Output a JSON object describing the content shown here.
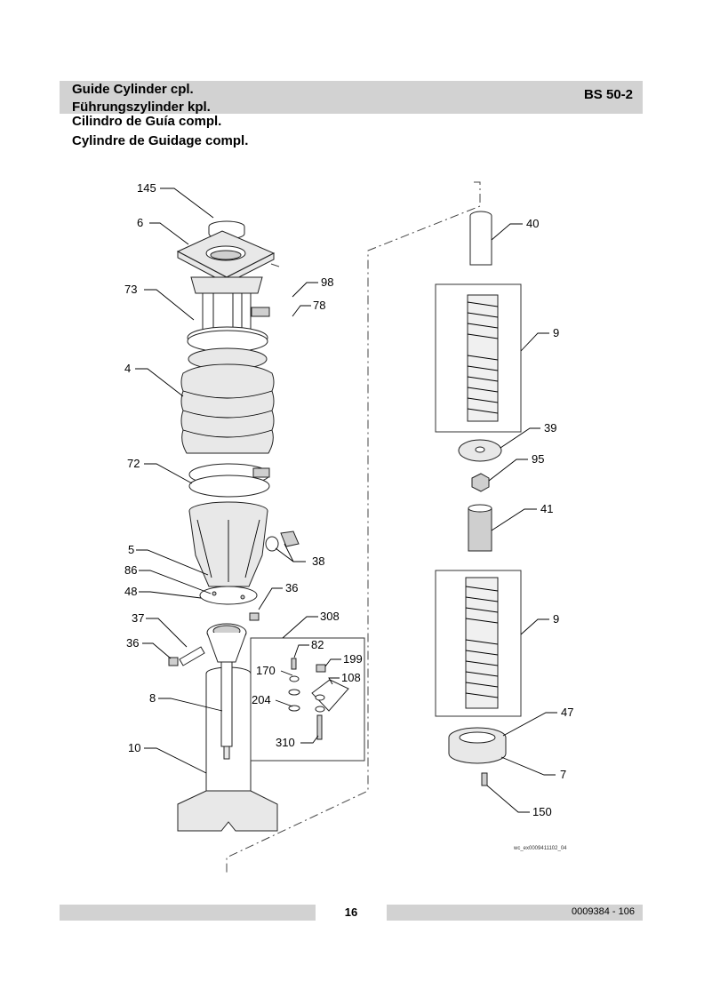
{
  "header": {
    "titles": [
      "Guide Cylinder cpl.",
      "Führungszylinder kpl.",
      "Cilindro de Guía compl.",
      "Cylindre de Guidage compl."
    ],
    "model": "BS 50-2"
  },
  "drawing": {
    "callouts": [
      "145",
      "6",
      "98",
      "78",
      "73",
      "4",
      "72",
      "5",
      "38",
      "86",
      "48",
      "36",
      "37",
      "36",
      "308",
      "82",
      "199",
      "170",
      "108",
      "204",
      "8",
      "310",
      "10",
      "40",
      "9",
      "39",
      "95",
      "41",
      "9",
      "47",
      "7",
      "150"
    ],
    "reference": "wc_ex0009411102_04"
  },
  "footer": {
    "page_number": "16",
    "doc_number": "0009384 - 106"
  }
}
